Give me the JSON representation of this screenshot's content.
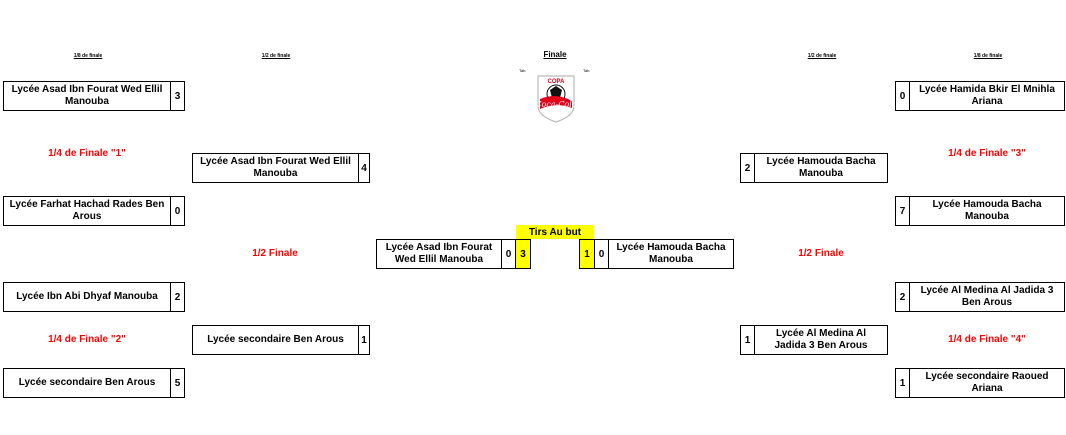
{
  "headers": {
    "left_r16": "1/8 de finale",
    "left_qf": "1/2 de finale",
    "final": "Finale",
    "right_qf": "1/2 de finale",
    "right_r16": "1/8 de finale",
    "tab_left": "Tab",
    "tab_right": "Tab"
  },
  "logo": {
    "top": "COPA",
    "brand": "Coca-Cola"
  },
  "labels": {
    "qf1": "1/4 de Finale \"1\"",
    "qf2": "1/4 de Finale \"2\"",
    "qf3": "1/4 de Finale \"3\"",
    "qf4": "1/4 de Finale \"4\"",
    "sf_left": "1/2 Finale",
    "sf_right": "1/2 Finale",
    "tirs": "Tirs Au but"
  },
  "left_r1": [
    {
      "team": "Lycée Asad Ibn Fourat Wed Ellil Manouba",
      "score": "3"
    },
    {
      "team": "Lycée Farhat Hachad Rades Ben Arous",
      "score": "0"
    },
    {
      "team": "Lycée Ibn Abi Dhyaf Manouba",
      "score": "2"
    },
    {
      "team": "Lycée secondaire Ben Arous",
      "score": "5"
    }
  ],
  "left_r2": [
    {
      "team": "Lycée Asad Ibn Fourat Wed Ellil Manouba",
      "score": "4"
    },
    {
      "team": "Lycée secondaire Ben Arous",
      "score": "1"
    }
  ],
  "right_r1": [
    {
      "team": "Lycée Hamida Bkir El Mnihla Ariana",
      "score": "0"
    },
    {
      "team": "Lycée Hamouda Bacha Manouba",
      "score": "7"
    },
    {
      "team": "Lycée Al Medina Al Jadida 3 Ben Arous",
      "score": "2"
    },
    {
      "team": "Lycée secondaire Raoued Ariana",
      "score": "1"
    }
  ],
  "right_r2": [
    {
      "team": "Lycée Hamouda Bacha Manouba",
      "score": "2"
    },
    {
      "team": "Lycée Al Medina Al Jadida 3 Ben Arous",
      "score": "1"
    }
  ],
  "final": {
    "left_team": "Lycée Asad Ibn Fourat Wed Ellil Manouba",
    "left_score": "0",
    "left_pen": "3",
    "right_team": "Lycée Hamouda Bacha Manouba",
    "right_score": "0",
    "right_pen": "1"
  }
}
